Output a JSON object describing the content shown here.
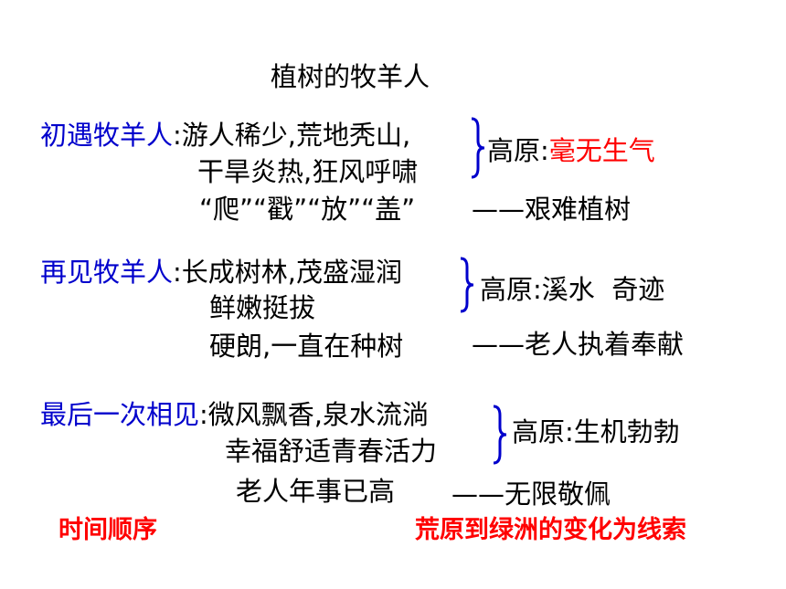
{
  "title": "植树的牧羊人",
  "sections": [
    {
      "label": "初遇牧羊人",
      "line1": ":游人稀少,荒地秃山,",
      "line2": "干旱炎热,狂风呼啸",
      "line3": "“爬”“戳”“放”“盖”",
      "plateau_prefix": "高原:",
      "plateau_value": "毫无生气",
      "conclusion": "——艰难植树"
    },
    {
      "label": "再见牧羊人",
      "line1": ":长成树林,茂盛湿润",
      "line2": "鲜嫩挺拔",
      "line3": "硬朗,一直在种树",
      "plateau_prefix": "高原:",
      "plateau_value": "溪水  奇迹",
      "conclusion": "——老人执着奉献"
    },
    {
      "label": "最后一次相见",
      "line1": ":微风飘香,泉水流淌",
      "line2": "幸福舒适青春活力",
      "line3": "老人年事已高",
      "plateau_prefix": "高原:",
      "plateau_value": "生机勃勃",
      "conclusion": "——无限敬佩"
    }
  ],
  "footer": {
    "left": "时间顺序",
    "right": "荒原到绿洲的变化为线索"
  },
  "colors": {
    "label": "#0000cc",
    "accent": "#ff0000",
    "brace": "#0000cc",
    "text": "#000000"
  }
}
